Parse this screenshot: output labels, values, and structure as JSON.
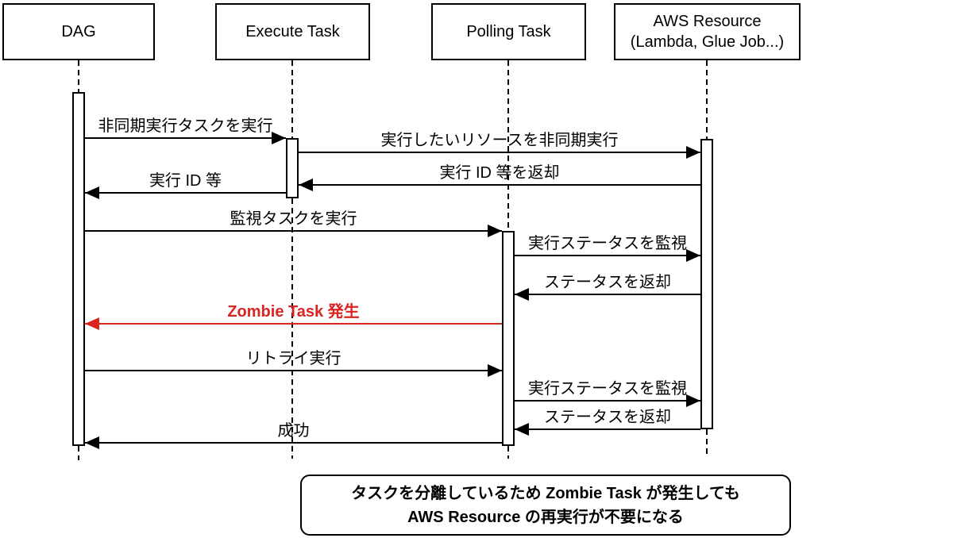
{
  "diagram": {
    "participants": [
      {
        "id": "dag",
        "label": "DAG"
      },
      {
        "id": "execute",
        "label": "Execute Task"
      },
      {
        "id": "polling",
        "label": "Polling Task"
      },
      {
        "id": "aws",
        "label": "AWS Resource",
        "label2": "(Lambda, Glue Job...)"
      }
    ],
    "messages": [
      {
        "from": "dag",
        "to": "execute",
        "label": "非同期実行タスクを実行",
        "color": "black",
        "bold": false
      },
      {
        "from": "execute",
        "to": "aws",
        "label": "実行したいリソースを非同期実行",
        "color": "black",
        "bold": false
      },
      {
        "from": "aws",
        "to": "execute",
        "label": "実行 ID 等を返却",
        "color": "black",
        "bold": false
      },
      {
        "from": "execute",
        "to": "dag",
        "label": "実行 ID 等",
        "color": "black",
        "bold": false
      },
      {
        "from": "dag",
        "to": "polling",
        "label": "監視タスクを実行",
        "color": "black",
        "bold": false
      },
      {
        "from": "polling",
        "to": "aws",
        "label": "実行ステータスを監視",
        "color": "black",
        "bold": false
      },
      {
        "from": "aws",
        "to": "polling",
        "label": "ステータスを返却",
        "color": "black",
        "bold": false
      },
      {
        "from": "polling",
        "to": "dag",
        "label": "Zombie Task 発生",
        "color": "red",
        "bold": true
      },
      {
        "from": "dag",
        "to": "polling",
        "label": "リトライ実行",
        "color": "black",
        "bold": false
      },
      {
        "from": "polling",
        "to": "aws",
        "label": "実行ステータスを監視",
        "color": "black",
        "bold": false
      },
      {
        "from": "aws",
        "to": "polling",
        "label": "ステータスを返却",
        "color": "black",
        "bold": false
      },
      {
        "from": "polling",
        "to": "dag",
        "label": "成功",
        "color": "black",
        "bold": false
      }
    ],
    "note": {
      "line1": "タスクを分離しているため Zombie Task が発生しても",
      "line2": "AWS Resource の再実行が不要になる"
    },
    "colors": {
      "line": "#000000",
      "alert": "#da2420",
      "background": "#ffffff"
    }
  }
}
